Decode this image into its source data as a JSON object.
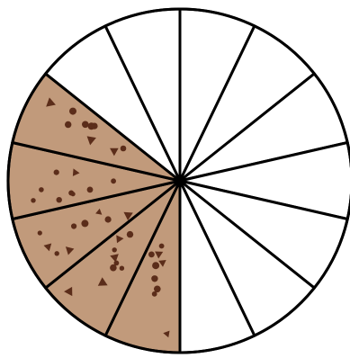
{
  "figure": {
    "kind": "fraction-circle",
    "total_slices": 14,
    "filled_slices": 5,
    "filled_fraction": "5/14",
    "filled_fill": "#c19a7b",
    "empty_fill": "#ffffff",
    "outline_color": "#000000",
    "chip_color": "#5b2d1a",
    "chip_pattern": "chocolate-chip"
  }
}
